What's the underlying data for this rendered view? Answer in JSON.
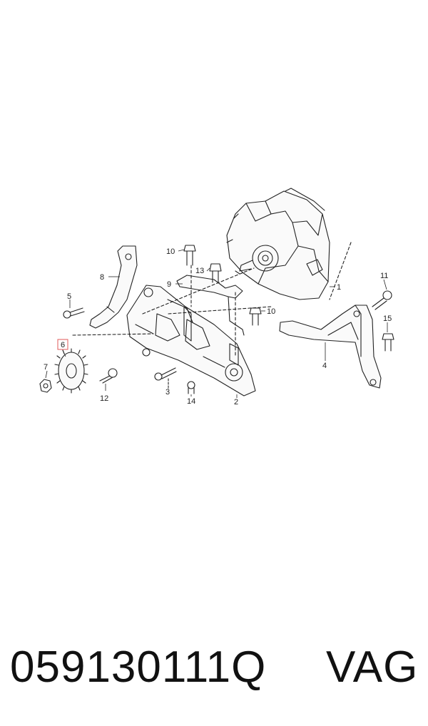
{
  "diagram": {
    "callouts": {
      "c1": "1",
      "c2": "2",
      "c3": "3",
      "c4": "4",
      "c5": "5",
      "c6": "6",
      "c7": "7",
      "c8": "8",
      "c9": "9",
      "c10a": "10",
      "c10b": "10",
      "c11": "11",
      "c12": "12",
      "c13": "13",
      "c14": "14",
      "c15": "15"
    },
    "highlight_color": "#e05a5a",
    "line_color": "#222222"
  },
  "caption": {
    "part_number": "059130111Q",
    "brand": "VAG"
  }
}
